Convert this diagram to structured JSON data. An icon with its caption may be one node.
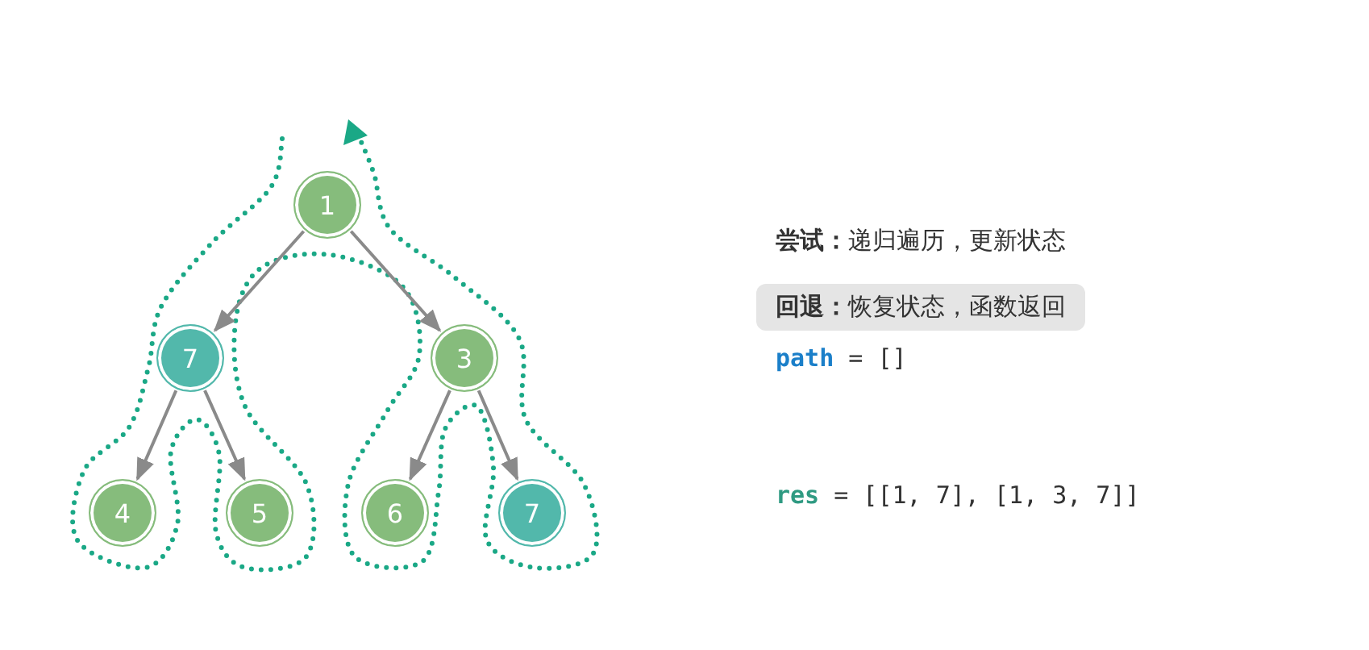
{
  "diagram": {
    "nodes": [
      {
        "text": [
          "1"
        ]
      },
      {
        "text": [
          "7"
        ]
      },
      {
        "text": [
          "3"
        ]
      },
      {
        "text": [
          "4"
        ]
      },
      {
        "text": [
          "5"
        ]
      },
      {
        "text": [
          "6"
        ]
      },
      {
        "text": [
          "7"
        ]
      }
    ],
    "edges": [
      {
        "from": 0,
        "to": 1,
        "arrow": "to"
      },
      {
        "from": 0,
        "to": 2,
        "arrow": "to"
      },
      {
        "from": 1,
        "to": 3,
        "arrow": "to"
      },
      {
        "from": 1,
        "to": 4,
        "arrow": "to"
      },
      {
        "from": 2,
        "to": 5,
        "arrow": "to"
      },
      {
        "from": 2,
        "to": 6,
        "arrow": "to"
      }
    ],
    "labels": [
      "**尝试：**递归遍历，更新状态",
      "**回退：**恢复状态，函数返回",
      "**path** = []",
      "**res** = [[1, 7], [1, 3, 7]]"
    ]
  }
}
